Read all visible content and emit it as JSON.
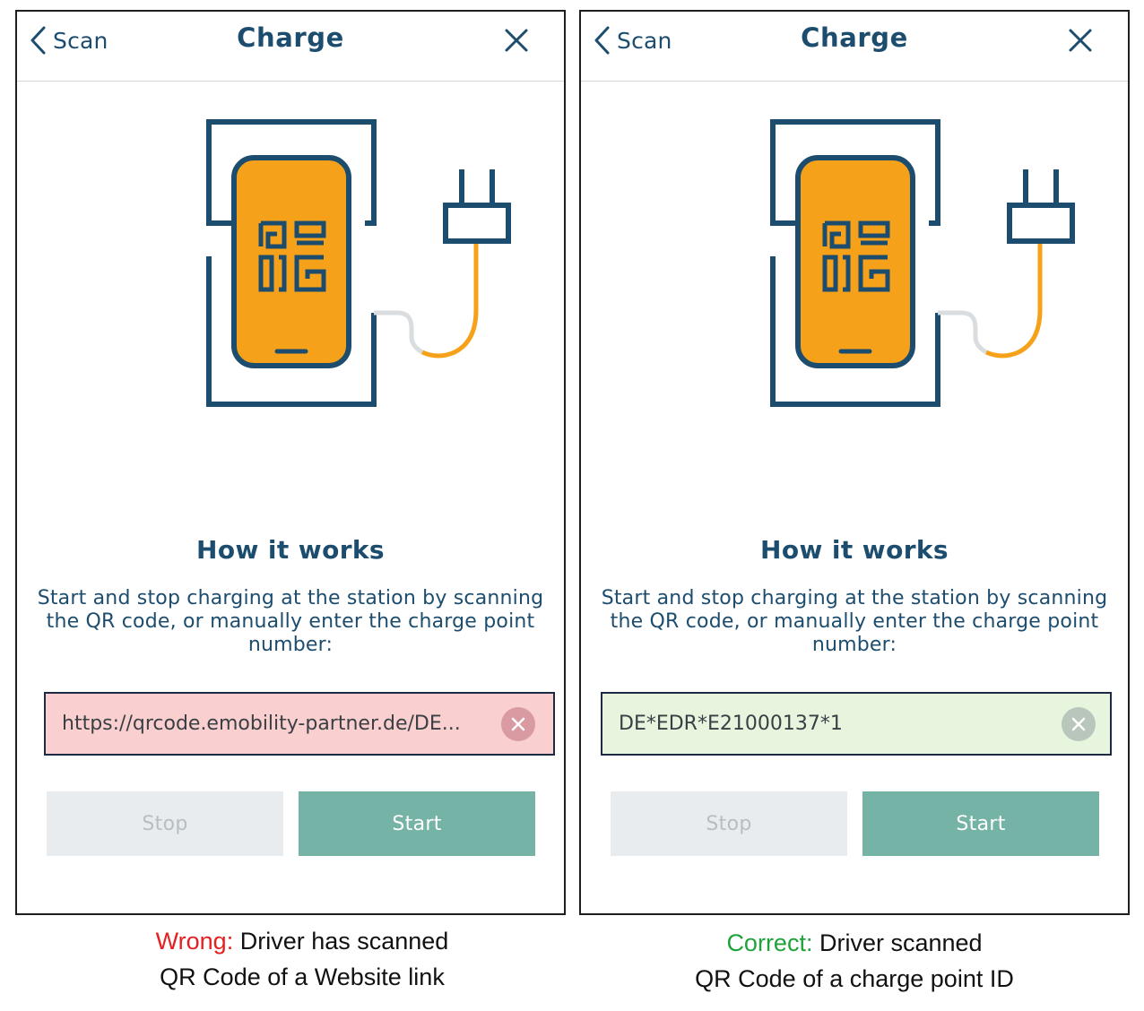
{
  "colors": {
    "navy": "#1d4d6e",
    "orange": "#f6a11a",
    "start_button": "#74b3a5",
    "stop_button": "#e8ecee",
    "wrong_field": "#f9cfcf",
    "correct_field": "#e7f5df",
    "wrong_text": "#e62020",
    "correct_text": "#1ea33a"
  },
  "panels": {
    "left": {
      "nav": {
        "back_label": "Scan",
        "title": "Charge",
        "back_icon": "chevron-left-icon",
        "close_icon": "close-icon"
      },
      "how_title": "How it works",
      "how_text": "Start and stop charging at the station by scanning the QR code, or manually enter the charge point number:",
      "input_value": "https://qrcode.emobility-partner.de/DE...",
      "stop_label": "Stop",
      "start_label": "Start"
    },
    "right": {
      "nav": {
        "back_label": "Scan",
        "title": "Charge",
        "back_icon": "chevron-left-icon",
        "close_icon": "close-icon"
      },
      "how_title": "How it works",
      "how_text": "Start and stop charging at the station by scanning the QR code, or manually enter the charge point number:",
      "input_value": "DE*EDR*E21000137*1",
      "stop_label": "Stop",
      "start_label": "Start"
    }
  },
  "captions": {
    "left": {
      "verdict": "Wrong:",
      "line1": " Driver has scanned",
      "line2": "QR Code of a Website link"
    },
    "right": {
      "verdict": "Correct:",
      "line1": " Driver scanned",
      "line2": "QR Code of a charge point ID"
    }
  }
}
